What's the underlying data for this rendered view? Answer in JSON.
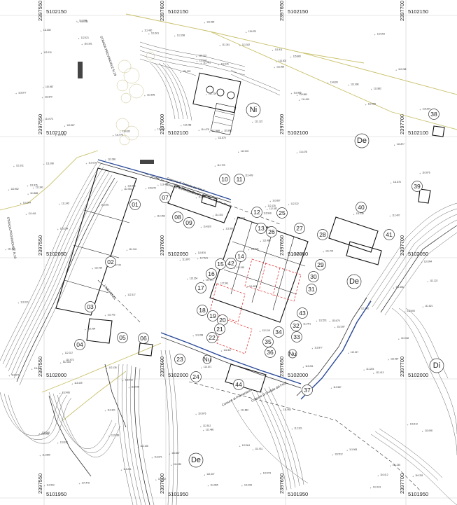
{
  "grid": {
    "easting_labels": [
      "2397550",
      "2397600",
      "2397650",
      "2397700"
    ],
    "northing_labels": [
      "5102150",
      "5102100",
      "5102050",
      "5102000",
      "5101950"
    ]
  },
  "parcels": [
    "01",
    "02",
    "03",
    "04",
    "05",
    "06",
    "07",
    "08",
    "09",
    "10",
    "11",
    "12",
    "13",
    "14",
    "15",
    "16",
    "17",
    "18",
    "19",
    "20",
    "21",
    "22",
    "23",
    "24",
    "25",
    "26",
    "27",
    "28",
    "29",
    "30",
    "31",
    "32",
    "33",
    "34",
    "35",
    "36",
    "37",
    "38",
    "39",
    "40",
    "41",
    "42",
    "43",
    "44"
  ],
  "zones": [
    "Ni",
    "De",
    "De",
    "De",
    "Di",
    "Nu",
    "Nu"
  ],
  "texts": {
    "linea_enel": "LINEA ENEL",
    "comune_ovidale_1": "Comune di Ovidale del Friuli",
    "comune_premariacco_1": "Comune di Premariacco",
    "comune_ovidale_2": "Comune di Ovidale del Friuli",
    "comune_premariacco_2": "Comune di Premariacco",
    "strada_1": "STRADA PROVINCIALE N.19",
    "strada_2": "STRADA PROVINCIALE N.19"
  },
  "spot_heights": [
    "117.541",
    "116.948",
    "115.860",
    "116.331",
    "115.254",
    "114.478",
    "113.409",
    "112.889",
    "112.387",
    "111.441",
    "110.876",
    "114.820",
    "116.412",
    "115.870",
    "113.251",
    "112.962",
    "112.486",
    "113.877",
    "112.321",
    "111.882",
    "111.341",
    "112.098",
    "114.302",
    "113.671",
    "112.551",
    "112.010",
    "112.904",
    "113.332",
    "112.407",
    "111.963",
    "112.222",
    "112.587",
    "111.865",
    "111.430",
    "110.994",
    "112.135",
    "112.456",
    "111.870",
    "111.601",
    "112.268",
    "112.003",
    "111.702",
    "111.235",
    "110.973",
    "112.606",
    "112.317",
    "111.821",
    "111.245",
    "110.867",
    "112.512",
    "111.876",
    "111.342",
    "112.729",
    "112.115",
    "111.590",
    "111.098",
    "112.413",
    "111.911"
  ],
  "colors": {
    "contour": "#555555",
    "parcel": "#111111",
    "red_dash": "#dd2222",
    "blue_road": "#2a4a9a",
    "vegetation": "#c8c08a"
  }
}
